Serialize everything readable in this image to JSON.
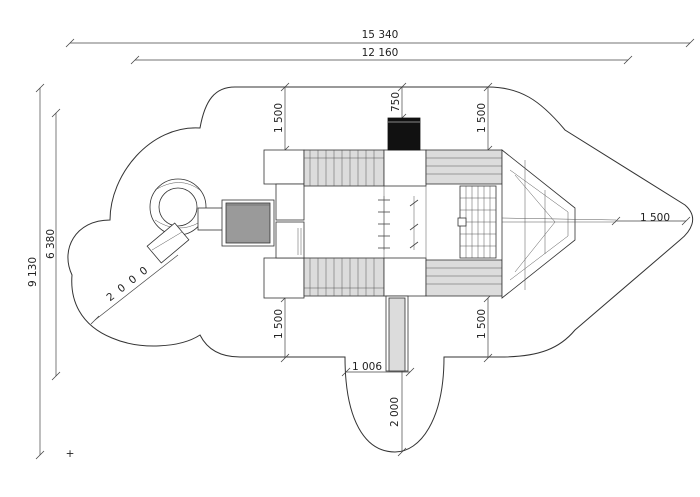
{
  "dimensions": {
    "overall_width": "15 340",
    "inner_width": "12 160",
    "overall_height": "9 130",
    "inner_height": "6 380",
    "top_left_clearance": "1 500",
    "top_stair_depth": "750",
    "top_right_clearance": "1 500",
    "right_clearance": "1 500",
    "bottom_left_clearance": "1 500",
    "bottom_right_clearance": "1 500",
    "slide_width": "1 006",
    "slide_run_out": "2 000",
    "slide_radius_clearance": "2 0 0 0"
  },
  "colors": {
    "line": "#333333",
    "deck_fill": "#dcdcdc",
    "roof_fill": "#9a9a9a",
    "stair_fill": "#111111"
  }
}
